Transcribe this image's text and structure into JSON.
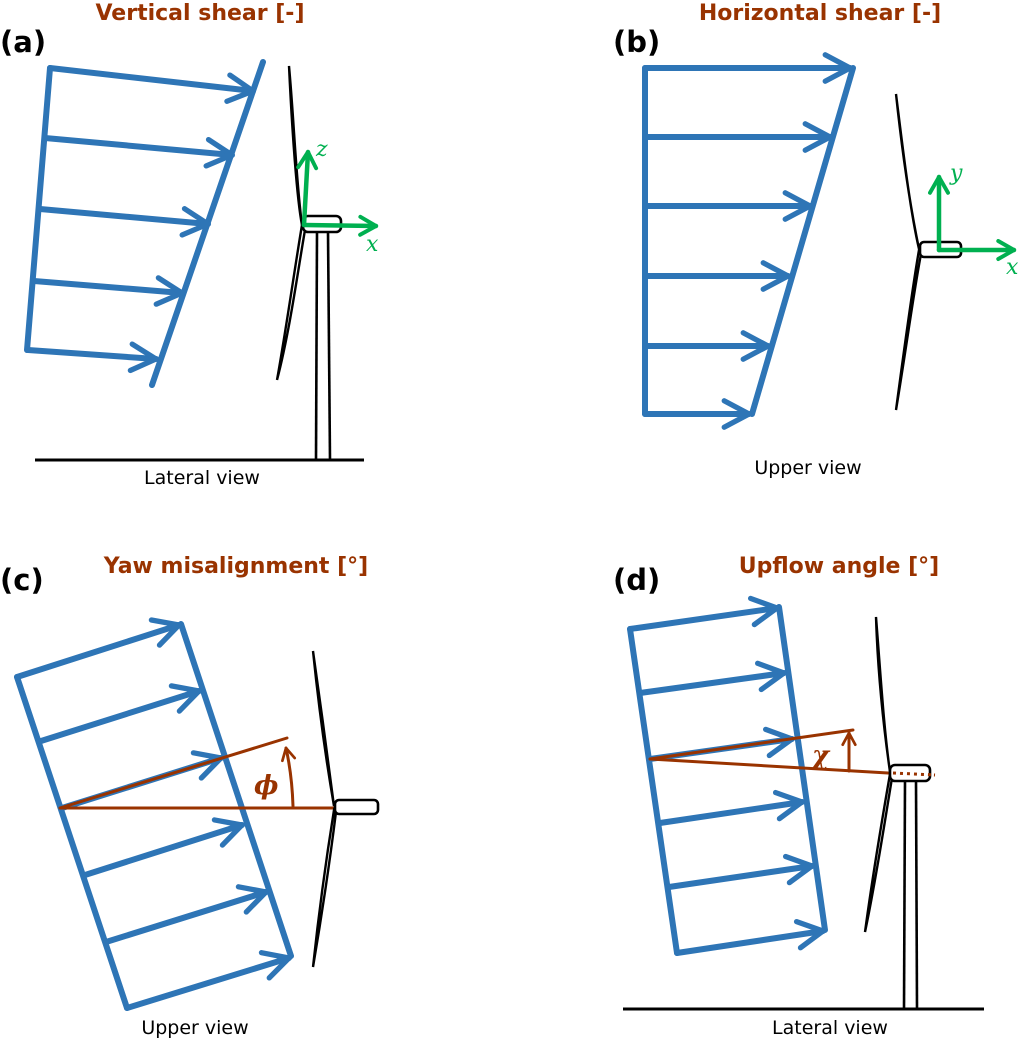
{
  "colors": {
    "wind_profile": "#2e75b6",
    "title": "#993300",
    "axes": "#00b050",
    "angle": "#993300",
    "turbine": "#000000"
  },
  "panels": [
    {
      "id": "a",
      "label": "(a)",
      "title": "Vertical shear [-]",
      "view": "Lateral view",
      "axes": [
        "z",
        "x"
      ]
    },
    {
      "id": "b",
      "label": "(b)",
      "title": "Horizontal shear [-]",
      "view": "Upper view",
      "axes": [
        "y",
        "x"
      ]
    },
    {
      "id": "c",
      "label": "(c)",
      "title": "Yaw misalignment [°]",
      "view": "Upper view",
      "angle_symbol": "ϕ"
    },
    {
      "id": "d",
      "label": "(d)",
      "title": "Upflow angle [°]",
      "view": "Lateral view",
      "angle_symbol": "χ"
    }
  ],
  "icons": {
    "turbine": "wind-turbine-icon",
    "arrow": "wind-vector-arrow"
  }
}
